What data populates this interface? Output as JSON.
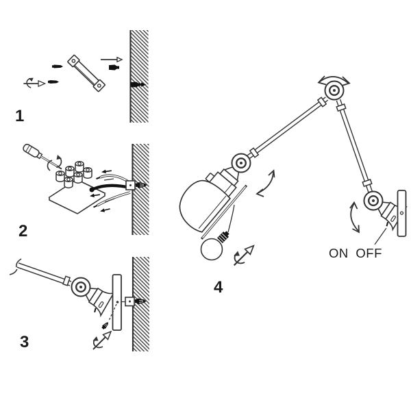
{
  "diagram": {
    "type": "assembly-instructions",
    "subject": "wall-mounted articulated swing-arm lamp installation",
    "background": "#ffffff",
    "line_color": "#333333",
    "ink_color": "#111111",
    "steps": [
      {
        "number": "1",
        "icon": "wall-bracket-drill-anchor"
      },
      {
        "number": "2",
        "icon": "terminal-block-wiring"
      },
      {
        "number": "3",
        "icon": "mount-arm-to-wall-plate"
      },
      {
        "number": "4",
        "icon": "adjust-arm-insert-bulb"
      }
    ],
    "switch": {
      "label": "ON OFF"
    }
  }
}
